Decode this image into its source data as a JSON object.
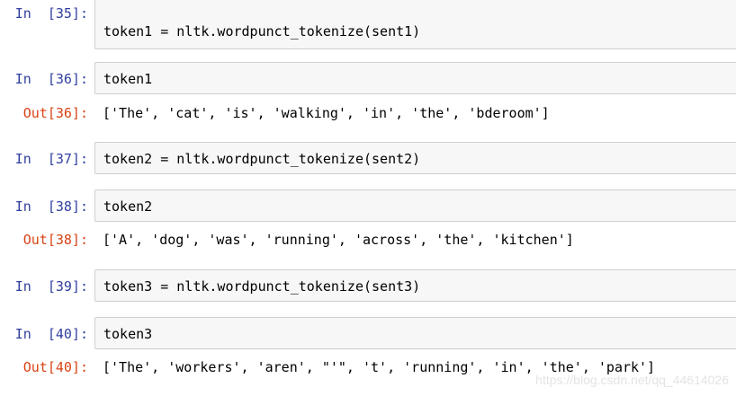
{
  "cells": [
    {
      "in_prompt": "In  [35]:",
      "code": "token1 = nltk.wordpunct_tokenize(sent1)"
    },
    {
      "in_prompt": "In  [36]:",
      "code": "token1",
      "out_prompt": "Out[36]:",
      "output": "['The', 'cat', 'is', 'walking', 'in', 'the', 'bderoom']"
    },
    {
      "in_prompt": "In  [37]:",
      "code": "token2 = nltk.wordpunct_tokenize(sent2)"
    },
    {
      "in_prompt": "In  [38]:",
      "code": "token2",
      "out_prompt": "Out[38]:",
      "output": "['A', 'dog', 'was', 'running', 'across', 'the', 'kitchen']"
    },
    {
      "in_prompt": "In  [39]:",
      "code": "token3 = nltk.wordpunct_tokenize(sent3)"
    },
    {
      "in_prompt": "In  [40]:",
      "code": "token3",
      "out_prompt": "Out[40]:",
      "output": "['The', 'workers', 'aren', \"'\", 't', 'running', 'in', 'the', 'park']"
    }
  ],
  "watermark": "https://blog.csdn.net/qq_44614026",
  "colors": {
    "in_prompt": "#303f9f",
    "out_prompt": "#d84315",
    "input_background": "#f7f7f7",
    "input_border": "#cfcfcf"
  }
}
